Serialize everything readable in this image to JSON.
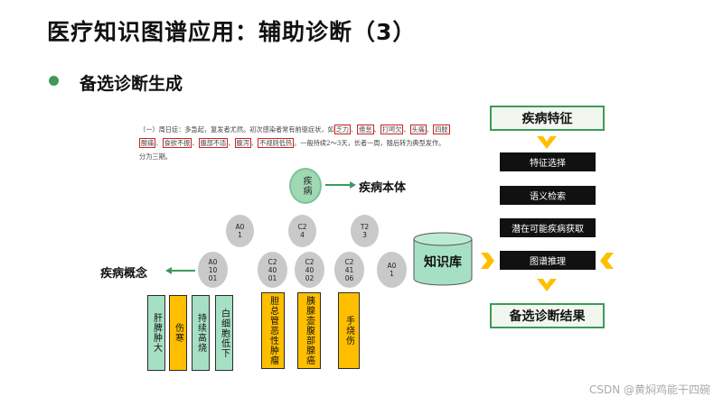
{
  "title": "医疗知识图谱应用：辅助诊断（3）",
  "subtitle": "备选诊断生成",
  "paragraph": {
    "line1_prefix": "（一）周日症：多急起，复发者尤然。初次感染者常有前驱症状，如",
    "highlights1": [
      "乏力",
      "倦怠",
      "打呵欠",
      "头痛",
      "四肢"
    ],
    "line2_start_highlights": [
      "酸痛",
      "食欲不振",
      "腹部不适",
      "腹泻",
      "不规则低热"
    ],
    "line2_suffix": "。一般持续2～3天，长者一周，随后转为典型发作。",
    "line3": "分为三期。"
  },
  "graph": {
    "root_node": "疾病",
    "root_label": "疾病本体",
    "level2": [
      "A01",
      "C24",
      "T23"
    ],
    "level3": [
      "A01001",
      "C24001",
      "C24002",
      "C24106",
      "A01"
    ],
    "concept_label": "疾病概念",
    "concept_bars_green": [
      "肝脾肿大",
      "持续高烧",
      "白细胞低下"
    ],
    "concept_bar_yellow_1": "伤寒",
    "concept_bars_yellow": [
      "胆总管恶性肿瘤",
      "胰腺壶腹部腺癌",
      "手烧伤"
    ]
  },
  "kb_label": "知识库",
  "flow": {
    "top_box": "疾病特征",
    "steps": [
      "特征选择",
      "语义检索",
      "潜在可能疾病获取",
      "图谱推理"
    ],
    "bottom_box": "备选诊断结果"
  },
  "watermark": "CSDN @黄焖鸡能干四碗",
  "colors": {
    "green_accent": "#3d9a5a",
    "green_fill": "#a6e0c4",
    "yellow": "#ffbf00",
    "kb_fill": "#a6e0c4"
  }
}
